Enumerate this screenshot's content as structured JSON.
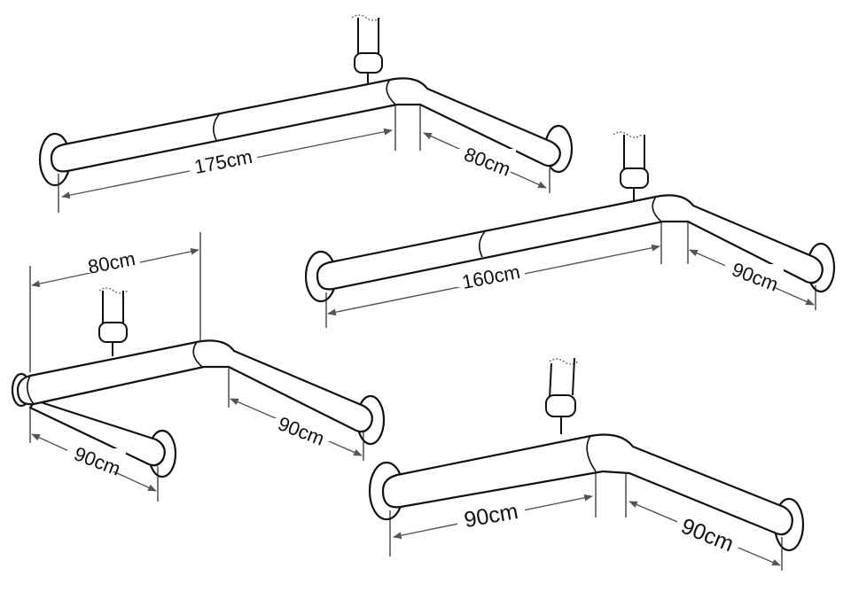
{
  "colors": {
    "line": "#111111",
    "dimension": "#555555",
    "background": "#ffffff"
  },
  "rails": [
    {
      "id": "rail-a",
      "dimensions": [
        {
          "label": "175cm"
        },
        {
          "label": "80cm"
        }
      ]
    },
    {
      "id": "rail-b",
      "dimensions": [
        {
          "label": "160cm"
        },
        {
          "label": "90cm"
        }
      ]
    },
    {
      "id": "rail-c",
      "dimensions": [
        {
          "label": "80cm"
        },
        {
          "label": "90cm"
        },
        {
          "label": "90cm"
        }
      ]
    },
    {
      "id": "rail-d",
      "dimensions": [
        {
          "label": "90cm"
        },
        {
          "label": "90cm"
        }
      ]
    }
  ]
}
